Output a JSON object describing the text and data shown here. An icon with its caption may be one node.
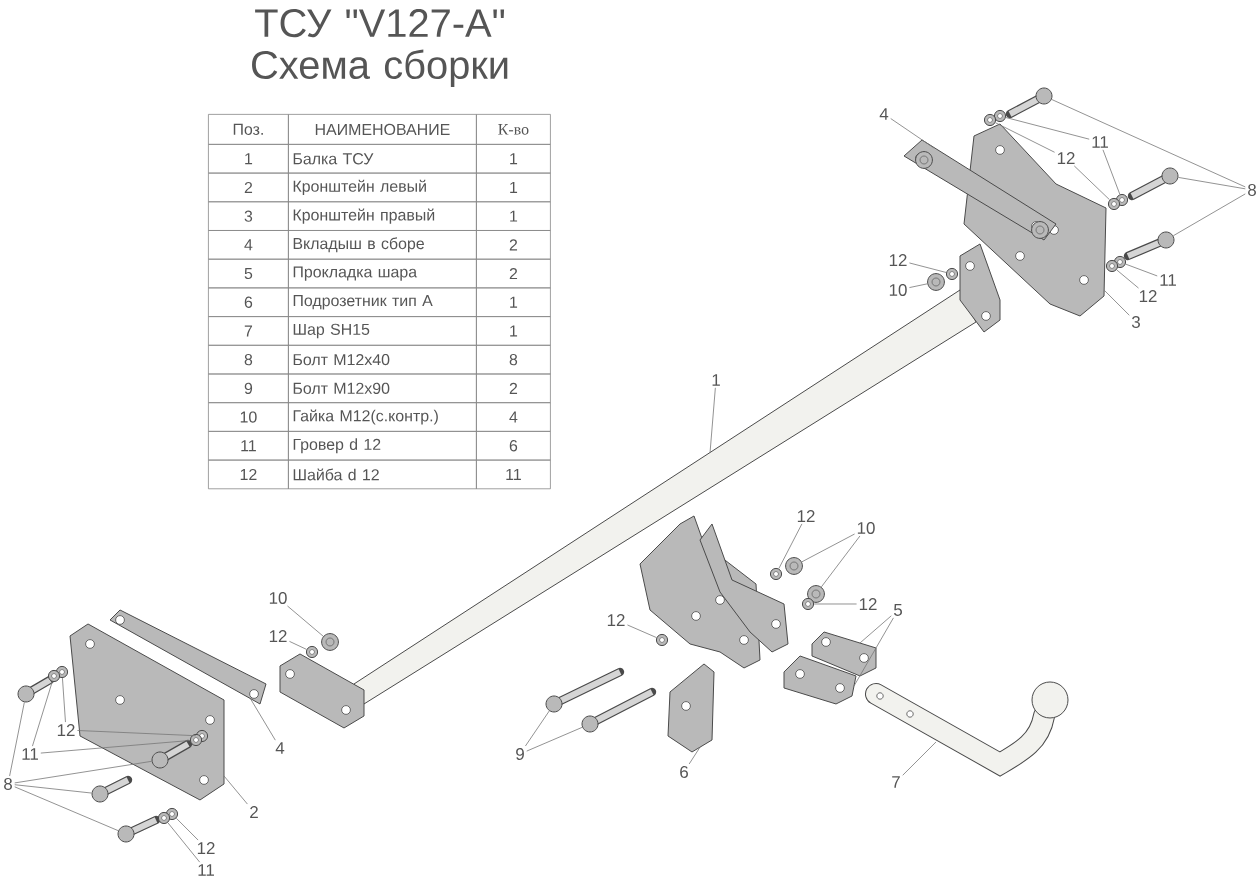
{
  "diagram": {
    "title": "ТСУ \"V127-A\" Схема сборки",
    "nodes": [
      {
        "text": [
          "4"
        ]
      },
      {
        "text": [
          "11"
        ]
      },
      {
        "text": [
          "12"
        ]
      },
      {
        "text": [
          "8"
        ]
      },
      {
        "text": [
          "12"
        ]
      },
      {
        "text": [
          "10"
        ]
      },
      {
        "text": [
          "11"
        ]
      },
      {
        "text": [
          "12"
        ]
      },
      {
        "text": [
          "3"
        ]
      },
      {
        "text": [
          "1"
        ]
      },
      {
        "text": [
          "12"
        ]
      },
      {
        "text": [
          "10"
        ]
      },
      {
        "text": [
          "12"
        ]
      },
      {
        "text": [
          "5"
        ]
      },
      {
        "text": [
          "10"
        ]
      },
      {
        "text": [
          "12"
        ]
      },
      {
        "text": [
          "12"
        ]
      },
      {
        "text": [
          "12"
        ]
      },
      {
        "text": [
          "4"
        ]
      },
      {
        "text": [
          "11"
        ]
      },
      {
        "text": [
          "9"
        ]
      },
      {
        "text": [
          "6"
        ]
      },
      {
        "text": [
          "8"
        ]
      },
      {
        "text": [
          "7"
        ]
      },
      {
        "text": [
          "2"
        ]
      },
      {
        "text": [
          "12"
        ]
      },
      {
        "text": [
          "11"
        ]
      },
      {
        "text": [],
        "shape": "picture"
      },
      {
        "text": [],
        "shape": "picture"
      },
      {
        "text": [],
        "shape": "picture"
      },
      {
        "text": [],
        "shape": "picture"
      },
      {
        "text": [],
        "shape": "picture"
      },
      {
        "text": [],
        "shape": "picture"
      },
      {
        "text": [],
        "shape": "picture"
      },
      {
        "text": [],
        "shape": "picture"
      },
      {
        "text": [],
        "shape": "picture"
      },
      {
        "text": [],
        "shape": "picture"
      },
      {
        "text": [],
        "shape": "picture"
      },
      {
        "text": [],
        "shape": "picture"
      },
      {
        "text": [],
        "shape": "picture"
      },
      {
        "text": [],
        "shape": "picture"
      },
      {
        "text": [],
        "shape": "picture"
      },
      {
        "text": [],
        "shape": "picture",
        "in": 35
      },
      {
        "text": [],
        "shape": "picture"
      },
      {
        "text": [],
        "shape": "picture"
      },
      {
        "text": [],
        "shape": "circle"
      },
      {
        "text": [],
        "shape": "circle"
      },
      {
        "text": [],
        "shape": "circle"
      },
      {
        "text": [],
        "shape": "circle"
      },
      {
        "text": [],
        "shape": "circle"
      },
      {
        "text": [],
        "shape": "circle"
      },
      {
        "text": [],
        "shape": "circle"
      },
      {
        "text": [],
        "shape": "circle"
      },
      {
        "text": [],
        "shape": "circle"
      },
      {
        "text": [],
        "shape": "circle"
      },
      {
        "text": [],
        "shape": "circle"
      },
      {
        "text": [],
        "shape": "circle"
      },
      {
        "text": [],
        "shape": "circle"
      },
      {
        "text": [],
        "shape": "circle"
      },
      {
        "text": [],
        "shape": "circle"
      },
      {
        "text": [],
        "shape": "circle"
      },
      {
        "text": [],
        "shape": "circle",
        "in": 35
      },
      {
        "text": [],
        "shape": "circle"
      },
      {
        "text": [],
        "shape": "circle",
        "in": 35
      },
      {
        "text": [],
        "shape": "circle"
      },
      {
        "text": [],
        "shape": "circle"
      }
    ],
    "edges": [
      {
        "from": 0,
        "to": 27,
        "arrow": "none"
      },
      {
        "from": 1,
        "to": 45,
        "arrow": "none"
      },
      {
        "from": 1,
        "to": 47,
        "arrow": "none"
      },
      {
        "from": 2,
        "to": 46,
        "arrow": "none"
      },
      {
        "from": 2,
        "to": 48,
        "arrow": "none"
      },
      {
        "from": 3,
        "to": 36,
        "arrow": "none"
      },
      {
        "from": 3,
        "to": 37,
        "arrow": "none"
      },
      {
        "from": 3,
        "to": 38,
        "arrow": "none"
      },
      {
        "from": 4,
        "to": 49,
        "arrow": "none"
      },
      {
        "from": 5,
        "to": 50,
        "arrow": "none"
      },
      {
        "from": 6,
        "to": 51,
        "arrow": "none"
      },
      {
        "from": 7,
        "to": 52,
        "arrow": "none"
      },
      {
        "from": 8,
        "to": 28,
        "arrow": "none"
      },
      {
        "from": 9,
        "to": 29,
        "arrow": "none"
      },
      {
        "from": 10,
        "to": 53,
        "arrow": "none"
      },
      {
        "from": 11,
        "to": 54,
        "arrow": "none"
      },
      {
        "from": 11,
        "to": 55,
        "arrow": "none"
      },
      {
        "from": 12,
        "to": 56,
        "arrow": "none"
      },
      {
        "from": 13,
        "to": 30,
        "arrow": "none"
      },
      {
        "from": 13,
        "to": 31,
        "arrow": "none"
      },
      {
        "from": 14,
        "to": 57,
        "arrow": "none"
      },
      {
        "from": 15,
        "to": 58,
        "arrow": "none"
      },
      {
        "from": 16,
        "to": 59,
        "arrow": "none"
      },
      {
        "from": 17,
        "to": 60,
        "arrow": "none"
      },
      {
        "from": 17,
        "to": 61,
        "arrow": "none"
      },
      {
        "from": 18,
        "to": 32,
        "arrow": "none"
      },
      {
        "from": 19,
        "to": 62,
        "arrow": "none"
      },
      {
        "from": 19,
        "to": 63,
        "arrow": "none"
      },
      {
        "from": 20,
        "to": 39,
        "arrow": "none"
      },
      {
        "from": 20,
        "to": 40,
        "arrow": "none"
      },
      {
        "from": 21,
        "to": 33,
        "arrow": "none"
      },
      {
        "from": 22,
        "to": 41,
        "arrow": "none"
      },
      {
        "from": 22,
        "to": 42,
        "arrow": "none"
      },
      {
        "from": 22,
        "to": 43,
        "arrow": "none"
      },
      {
        "from": 22,
        "to": 44,
        "arrow": "none"
      },
      {
        "from": 23,
        "to": 34,
        "arrow": "none"
      },
      {
        "from": 24,
        "to": 35,
        "arrow": "none"
      },
      {
        "from": 25,
        "to": 64,
        "arrow": "none"
      },
      {
        "from": 26,
        "to": 65,
        "arrow": "none"
      }
    ],
    "labels": [
      "Поз.",
      "НАИМЕНОВАНИЕ",
      "К-во",
      "1",
      "Балка ТСУ",
      "1",
      "2",
      "Кронштейн левый",
      "1",
      "3",
      "Кронштейн правый",
      "1",
      "4",
      "Вкладыш в сборе",
      "2",
      "5",
      "Прокладка шара",
      "2",
      "6",
      "Подрозетник тип А",
      "1",
      "7",
      "Шар SH15",
      "1",
      "8",
      "Болт М12х40",
      "8",
      "9",
      "Болт М12х90",
      "2",
      "10",
      "Гайка М12(с.контр.)",
      "4",
      "11",
      "Гровер d 12",
      "6",
      "12",
      "Шайба d 12",
      "11"
    ]
  }
}
